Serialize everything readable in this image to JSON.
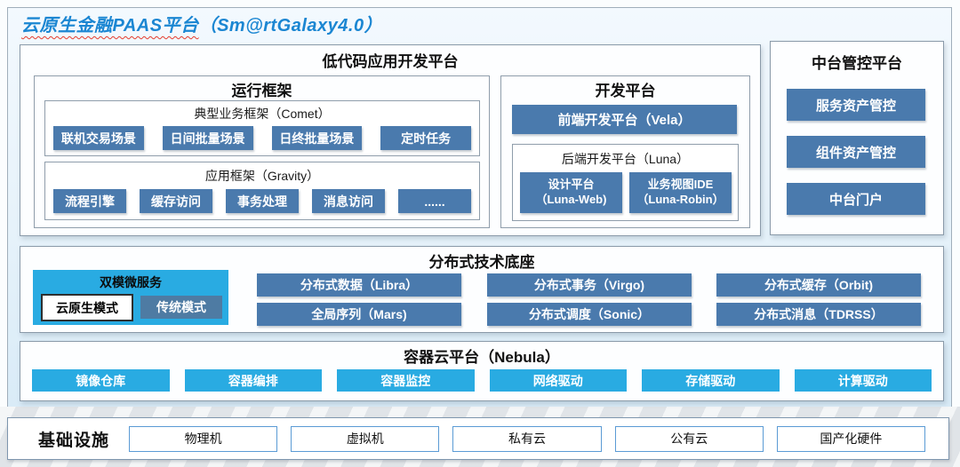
{
  "title": {
    "main": "云原生金融PAAS平台",
    "sub": "（Sm@rtGalaxy4.0）"
  },
  "low_code": {
    "title": "低代码应用开发平台",
    "runtime": {
      "title": "运行框架",
      "comet": {
        "title": "典型业务框架（Comet）",
        "items": [
          "联机交易场景",
          "日间批量场景",
          "日终批量场景",
          "定时任务"
        ]
      },
      "gravity": {
        "title": "应用框架（Gravity）",
        "items": [
          "流程引擎",
          "缓存访问",
          "事务处理",
          "消息访问",
          "......"
        ]
      }
    },
    "dev": {
      "title": "开发平台",
      "vela": "前端开发平台（Vela）",
      "luna": {
        "title": "后端开发平台（Luna）",
        "items": [
          {
            "line1": "设计平台",
            "line2": "（Luna-Web)"
          },
          {
            "line1": "业务视图IDE",
            "line2": "（Luna-Robin）"
          }
        ]
      }
    }
  },
  "midplatform": {
    "title": "中台管控平台",
    "items": [
      "服务资产管控",
      "组件资产管控",
      "中台门户"
    ]
  },
  "distributed": {
    "title": "分布式技术底座",
    "dual_mode": {
      "title": "双模微服务",
      "cloud_native": "云原生模式",
      "traditional": "传统模式"
    },
    "grid": [
      "分布式数据（Libra）",
      "分布式事务（Virgo)",
      "分布式缓存（Orbit)",
      "全局序列（Mars)",
      "分布式调度（Sonic）",
      "分布式消息（TDRSS）"
    ]
  },
  "container_platform": {
    "title": "容器云平台（Nebula）",
    "items": [
      "镜像仓库",
      "容器编排",
      "容器监控",
      "网络驱动",
      "存储驱动",
      "计算驱动"
    ]
  },
  "infrastructure": {
    "title": "基础设施",
    "items": [
      "物理机",
      "虚拟机",
      "私有云",
      "公有云",
      "国产化硬件"
    ]
  },
  "colors": {
    "title_blue": "#1b86d2",
    "steel_blue": "#4a7aad",
    "cyan": "#29abe2",
    "traditional_blue": "#4e7ba3",
    "infra_border": "#5b9bd5"
  }
}
